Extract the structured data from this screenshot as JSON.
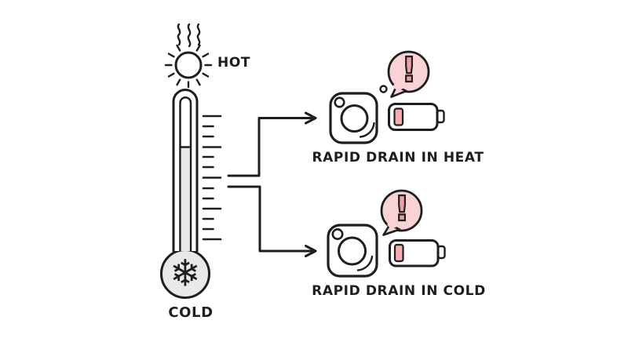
{
  "colors": {
    "paper": "#ffffff",
    "ink": "#1e1e20",
    "gray": "#e9e9ec",
    "pink": "#f8d2d5",
    "alert": "#ee9fa6",
    "bar": "#f3adb2"
  },
  "thermometer": {
    "hot_label": "HOT",
    "cold_label": "COLD"
  },
  "icons": {
    "snowflake_glyph": "❄"
  },
  "branches": [
    {
      "label": "RAPID DRAIN IN HEAT",
      "alert_symbol": "!"
    },
    {
      "label": "RAPID DRAIN IN COLD",
      "alert_symbol": "!"
    }
  ]
}
